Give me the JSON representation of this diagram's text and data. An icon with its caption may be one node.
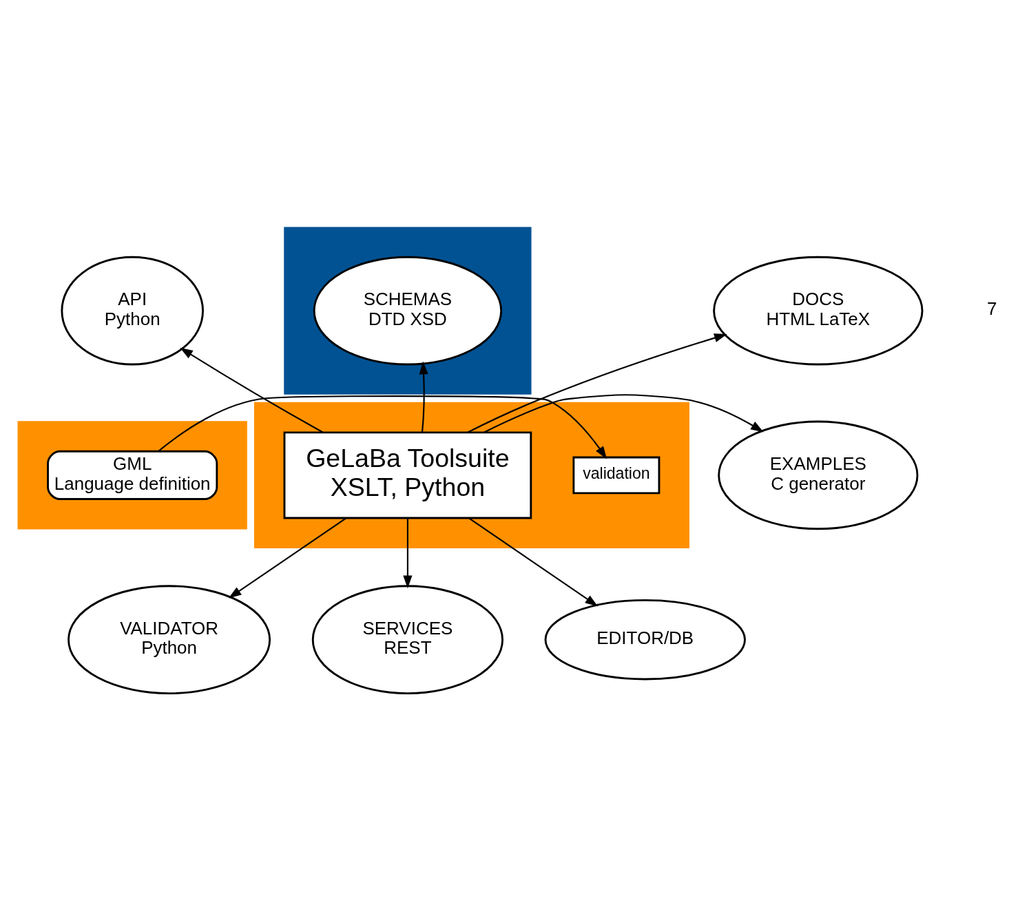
{
  "diagram": {
    "nodes": [
      {
        "text": [],
        "shape": "box"
      },
      {
        "text": [
          "GML",
          "Language definition"
        ],
        "in": 0
      },
      {
        "text": [],
        "shape": "box"
      },
      {
        "text": [
          "validation"
        ],
        "in": 2
      },
      {
        "text": [
          "GeLaBa Toolsuite",
          "XSLT, Python"
        ],
        "in": 2
      },
      {
        "text": [],
        "shape": "box"
      },
      {
        "text": [
          "SCHEMAS",
          "DTD XSD"
        ],
        "in": 5
      },
      {
        "text": [
          "API",
          "Python"
        ]
      },
      {
        "text": [
          "DOCS",
          "HTML LaTeX"
        ]
      },
      {
        "text": [
          "EXAMPLES",
          "C generator"
        ]
      },
      {
        "text": [
          "VALIDATOR",
          "Python"
        ]
      },
      {
        "text": [
          "SERVICES",
          "REST"
        ]
      },
      {
        "text": [
          "EDITOR/DB"
        ]
      }
    ],
    "edges": [
      {
        "from": 1,
        "to": 3,
        "arrow": "to"
      },
      {
        "from": 4,
        "to": 7,
        "arrow": "to"
      },
      {
        "from": 4,
        "to": 6,
        "arrow": "to"
      },
      {
        "from": 4,
        "to": 8,
        "arrow": "to"
      },
      {
        "from": 4,
        "to": 9,
        "arrow": "to"
      },
      {
        "from": 4,
        "to": 10,
        "arrow": "to"
      },
      {
        "from": 4,
        "to": 11,
        "arrow": "to"
      },
      {
        "from": 4,
        "to": 12,
        "arrow": "to"
      }
    ],
    "labels": [
      "7"
    ]
  }
}
